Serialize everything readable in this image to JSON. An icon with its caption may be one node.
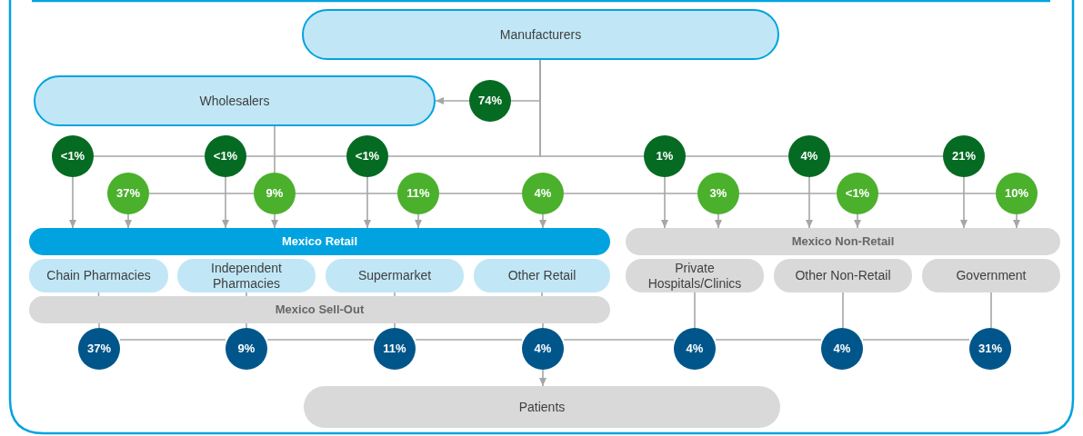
{
  "diagram": {
    "nodes": [
      {
        "text": [
          "Manufacturers"
        ]
      },
      {
        "text": [
          "74%"
        ]
      },
      {
        "text": [
          "Wholesalers"
        ]
      },
      {
        "text": [
          "<1%"
        ]
      },
      {
        "text": [
          "<1%"
        ]
      },
      {
        "text": [
          "<1%"
        ]
      },
      {
        "text": [
          "1%"
        ]
      },
      {
        "text": [
          "4%"
        ]
      },
      {
        "text": [
          "21%"
        ]
      },
      {
        "text": [
          "37%"
        ]
      },
      {
        "text": [
          "9%"
        ]
      },
      {
        "text": [
          "11%"
        ]
      },
      {
        "text": [
          "4%"
        ]
      },
      {
        "text": [
          "3%"
        ]
      },
      {
        "text": [
          "<1%"
        ]
      },
      {
        "text": [
          "10%"
        ]
      },
      {
        "text": [
          "Mexico Retail"
        ]
      },
      {
        "text": [
          "Chain Pharmacies"
        ]
      },
      {
        "text": [
          "Independent Pharmacies"
        ]
      },
      {
        "text": [
          "Supermarket"
        ]
      },
      {
        "text": [
          "Other Retail"
        ]
      },
      {
        "text": [
          "Mexico Non-Retail"
        ]
      },
      {
        "text": [
          "Private Hospitals/Clinics"
        ]
      },
      {
        "text": [
          "Other Non-Retail"
        ]
      },
      {
        "text": [
          "Government"
        ]
      },
      {
        "text": [
          "Mexico Sell-Out"
        ]
      },
      {
        "text": [
          "37%"
        ]
      },
      {
        "text": [
          "9%"
        ]
      },
      {
        "text": [
          "11%"
        ]
      },
      {
        "text": [
          "4%"
        ]
      },
      {
        "text": [
          "4%"
        ]
      },
      {
        "text": [
          "4%"
        ]
      },
      {
        "text": [
          "31%"
        ]
      },
      {
        "text": [
          "Patients"
        ]
      }
    ],
    "edges": [
      {
        "from": 0,
        "to": 1,
        "arrow": "none"
      },
      {
        "from": 1,
        "to": 2,
        "arrow": "to"
      },
      {
        "from": 0,
        "to": 5,
        "arrow": "none"
      },
      {
        "from": 5,
        "to": 4,
        "arrow": "none"
      },
      {
        "from": 4,
        "to": 3,
        "arrow": "none"
      },
      {
        "from": 0,
        "to": 6,
        "arrow": "none"
      },
      {
        "from": 6,
        "to": 7,
        "arrow": "none"
      },
      {
        "from": 7,
        "to": 8,
        "arrow": "none"
      },
      {
        "from": 2,
        "to": 10,
        "arrow": "none"
      },
      {
        "from": 10,
        "to": 9,
        "arrow": "none"
      },
      {
        "from": 10,
        "to": 11,
        "arrow": "none"
      },
      {
        "from": 11,
        "to": 12,
        "arrow": "none"
      },
      {
        "from": 12,
        "to": 13,
        "arrow": "none"
      },
      {
        "from": 13,
        "to": 14,
        "arrow": "none"
      },
      {
        "from": 14,
        "to": 15,
        "arrow": "none"
      },
      {
        "from": 3,
        "to": 16,
        "arrow": "to"
      },
      {
        "from": 9,
        "to": 16,
        "arrow": "to"
      },
      {
        "from": 4,
        "to": 16,
        "arrow": "to"
      },
      {
        "from": 10,
        "to": 16,
        "arrow": "to"
      },
      {
        "from": 5,
        "to": 16,
        "arrow": "to"
      },
      {
        "from": 11,
        "to": 16,
        "arrow": "to"
      },
      {
        "from": 12,
        "to": 16,
        "arrow": "to"
      },
      {
        "from": 6,
        "to": 21,
        "arrow": "to"
      },
      {
        "from": 13,
        "to": 21,
        "arrow": "to"
      },
      {
        "from": 7,
        "to": 21,
        "arrow": "to"
      },
      {
        "from": 14,
        "to": 21,
        "arrow": "to"
      },
      {
        "from": 8,
        "to": 21,
        "arrow": "to"
      },
      {
        "from": 15,
        "to": 21,
        "arrow": "to"
      },
      {
        "from": 17,
        "to": 25,
        "arrow": "none"
      },
      {
        "from": 18,
        "to": 25,
        "arrow": "none"
      },
      {
        "from": 19,
        "to": 25,
        "arrow": "none"
      },
      {
        "from": 20,
        "to": 25,
        "arrow": "none"
      },
      {
        "from": 25,
        "to": 26,
        "arrow": "none"
      },
      {
        "from": 25,
        "to": 27,
        "arrow": "none"
      },
      {
        "from": 25,
        "to": 28,
        "arrow": "none"
      },
      {
        "from": 25,
        "to": 29,
        "arrow": "none"
      },
      {
        "from": 22,
        "to": 30,
        "arrow": "none"
      },
      {
        "from": 23,
        "to": 31,
        "arrow": "none"
      },
      {
        "from": 24,
        "to": 32,
        "arrow": "none"
      },
      {
        "from": 26,
        "to": 27,
        "arrow": "none"
      },
      {
        "from": 27,
        "to": 28,
        "arrow": "none"
      },
      {
        "from": 28,
        "to": 29,
        "arrow": "none"
      },
      {
        "from": 32,
        "to": 31,
        "arrow": "none"
      },
      {
        "from": 31,
        "to": 30,
        "arrow": "none"
      },
      {
        "from": 30,
        "to": 29,
        "arrow": "none"
      },
      {
        "from": 29,
        "to": 33,
        "arrow": "to"
      }
    ]
  }
}
